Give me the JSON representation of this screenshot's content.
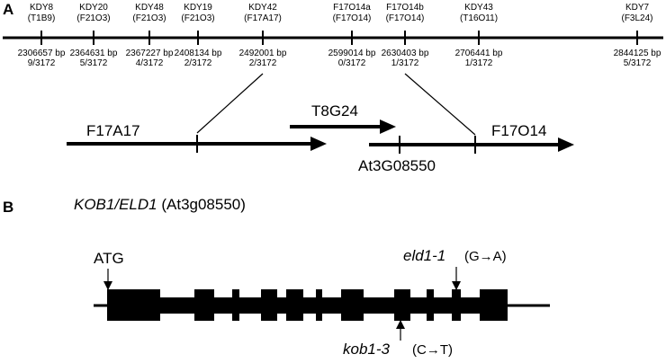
{
  "panelA": {
    "letter": "A",
    "markers": [
      {
        "name": "KDY8",
        "bac": "(T1B9)",
        "position": "2306657 bp",
        "recombinants": "9/3172"
      },
      {
        "name": "KDY20",
        "bac": "(F21O3)",
        "position": "2364631 bp",
        "recombinants": "5/3172"
      },
      {
        "name": "KDY48",
        "bac": "(F21O3)",
        "position": "2367227 bp",
        "recombinants": "4/3172"
      },
      {
        "name": "KDY19",
        "bac": "(F21O3)",
        "position": "2408134 bp",
        "recombinants": "2/3172"
      },
      {
        "name": "KDY42",
        "bac": "(F17A17)",
        "position": "2492001 bp",
        "recombinants": "2/3172"
      },
      {
        "name": "F17O14a",
        "bac": "(F17O14)",
        "position": "2599014 bp",
        "recombinants": "0/3172"
      },
      {
        "name": "F17O14b",
        "bac": "(F17O14)",
        "position": "2630403 bp",
        "recombinants": "1/3172"
      },
      {
        "name": "KDY43",
        "bac": "(T16O11)",
        "position": "2706441 bp",
        "recombinants": "1/3172"
      },
      {
        "name": "KDY7",
        "bac": "(F3L24)",
        "position": "2844125 bp",
        "recombinants": "5/3172"
      }
    ],
    "bac_clones": {
      "left": "F17A17",
      "middle": "T8G24",
      "right": "F17O14",
      "gene_label": "At3G08550"
    }
  },
  "panelB": {
    "letter": "B",
    "gene_name": "KOB1/ELD1",
    "gene_id": "(At3g08550)",
    "start_label": "ATG",
    "allele_top": "eld1-1",
    "allele_top_change": "(G→A)",
    "allele_bottom": "kob1-3",
    "allele_bottom_change": "(C→T)"
  },
  "colors": {
    "ink": "#000000",
    "background": "#ffffff"
  }
}
